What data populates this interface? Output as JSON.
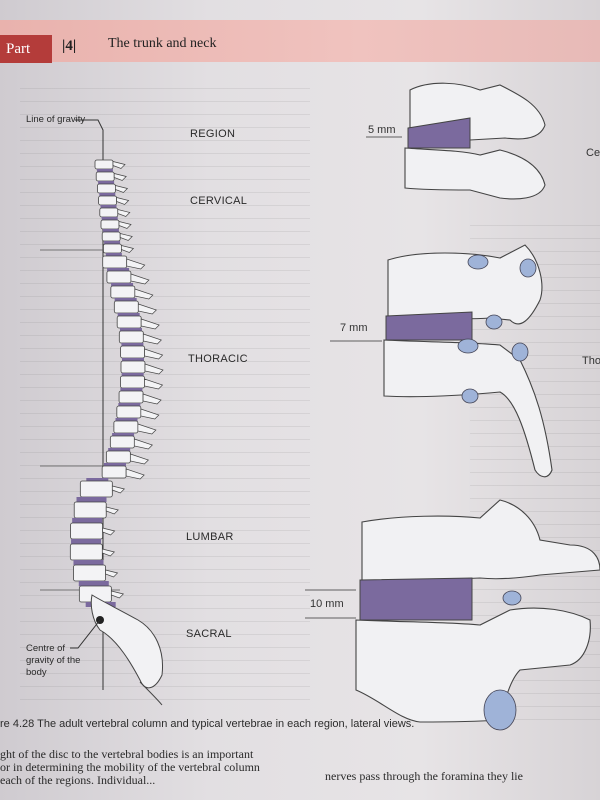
{
  "header": {
    "part_label": "Part",
    "part_number": "4",
    "chapter_title": "The trunk and neck"
  },
  "figure": {
    "line_of_gravity": "Line of gravity",
    "centre_of_gravity": "Centre of gravity of the body",
    "regions": [
      "REGION",
      "CERVICAL",
      "THORACIC",
      "LUMBAR",
      "SACRAL"
    ],
    "disc_labels": [
      "5 mm",
      "7 mm",
      "10 mm"
    ],
    "side_labels": [
      "Ce",
      "Tho"
    ]
  },
  "caption": "re 4.28  The adult vertebral column and typical vertebrae in each region, lateral views.",
  "body_text": {
    "left": [
      "ght of the disc to the vertebral bodies is an important",
      "or in determining the mobility of the vertebral column",
      "each of the regions. Individual..."
    ],
    "right": "nerves pass through the foramina they lie"
  },
  "colors": {
    "disc": "#7b6a9e",
    "facet": "#9fb3d8",
    "part_badge": "#b43c3a",
    "header_band": "#efbfbb"
  }
}
